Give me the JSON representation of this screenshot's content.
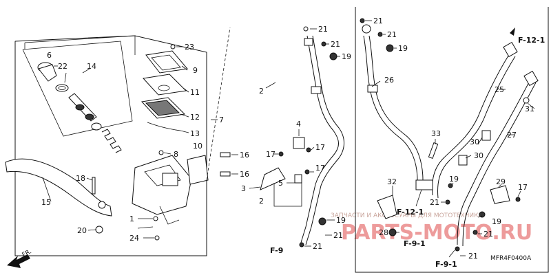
{
  "diagram_code": "MFR4F0400A",
  "watermark": {
    "top_text": "ЗАПЧАСТИ И АКСЕССУАРЫ ДЛЯ МОТОТЕХНИКИ",
    "brand": "PARTS-MOTO.RU"
  },
  "section_refs": {
    "f9": "F-9",
    "f9_1_a": "F-9-1",
    "f9_1_b": "F-9-1",
    "f12_1_a": "F-12-1",
    "f12_1_b": "F-12-1"
  },
  "callouts": {
    "c1": "1",
    "c2": "2",
    "c3": "3",
    "c4": "4",
    "c5": "5",
    "c6": "6",
    "c7": "7",
    "c8": "8",
    "c9": "9",
    "c10": "10",
    "c11": "11",
    "c12": "12",
    "c13": "13",
    "c14": "14",
    "c15": "15",
    "c16a": "16",
    "c16b": "16",
    "c17a": "17",
    "c17b": "17",
    "c17c": "17",
    "c17d": "17",
    "c18": "18",
    "c19a": "19",
    "c19b": "19",
    "c19c": "19",
    "c19d": "19",
    "c19e": "19",
    "c20": "20",
    "c21a": "21",
    "c21b": "21",
    "c21c": "21",
    "c21d": "21",
    "c21e": "21",
    "c21f": "21",
    "c21g": "21",
    "c21h": "21",
    "c21i": "21",
    "c22": "22",
    "c23": "23",
    "c24": "24",
    "c25": "25",
    "c26": "26",
    "c27": "27",
    "c28": "28",
    "c29": "29",
    "c30a": "30",
    "c30b": "30",
    "c31": "31",
    "c32": "32",
    "c33": "33"
  },
  "icons": {
    "front_arrow": "front-arrow-icon",
    "front_label": "FR."
  }
}
